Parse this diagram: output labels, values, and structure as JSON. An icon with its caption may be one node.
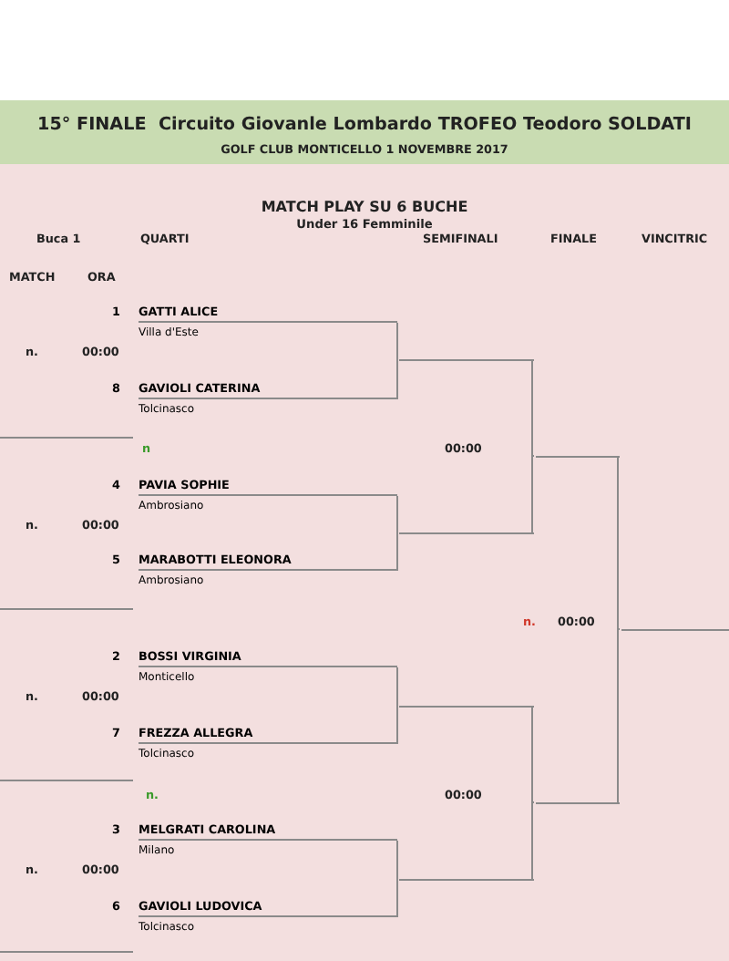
{
  "diagram": {
    "title": "15° FINALE  Circuito Giovanle Lombardo TROFEO Teodoro SOLDATI",
    "nodes": [
      {
        "text": [
          "GATTI ALICE",
          "Villa d'Este"
        ],
        "beside": [
          "1"
        ]
      },
      {
        "text": [
          "GAVIOLI CATERINA",
          "Tolcinasco"
        ],
        "beside": [
          "8"
        ]
      },
      {
        "text": [
          "PAVIA SOPHIE",
          "Ambrosiano"
        ],
        "beside": [
          "4"
        ]
      },
      {
        "text": [
          "MARABOTTI ELEONORA",
          "Ambrosiano"
        ],
        "beside": [
          "5"
        ]
      },
      {
        "text": [
          "BOSSI VIRGINIA",
          "Monticello"
        ],
        "beside": [
          "2"
        ]
      },
      {
        "text": [
          "FREZZA ALLEGRA",
          "Tolcinasco"
        ],
        "beside": [
          "7"
        ]
      },
      {
        "text": [
          "MELGRATI CAROLINA",
          "Milano"
        ],
        "beside": [
          "3"
        ]
      },
      {
        "text": [
          "GAVIOLI LUDOVICA",
          "Tolcinasco"
        ],
        "beside": [
          "6"
        ]
      },
      {
        "text": [],
        "shape": "bar"
      },
      {
        "text": [],
        "shape": "bar"
      },
      {
        "text": [],
        "shape": "bar"
      },
      {
        "text": [],
        "shape": "bar"
      },
      {
        "text": [],
        "shape": "bar"
      },
      {
        "text": [],
        "shape": "bar"
      },
      {
        "text": [],
        "shape": "bar"
      }
    ],
    "edges": [
      {
        "from": 0,
        "to": 8,
        "arrow": "none"
      },
      {
        "from": 1,
        "to": 8,
        "arrow": "none"
      },
      {
        "from": 2,
        "to": 9,
        "arrow": "none"
      },
      {
        "from": 3,
        "to": 9,
        "arrow": "none"
      },
      {
        "from": 4,
        "to": 10,
        "arrow": "none"
      },
      {
        "from": 5,
        "to": 10,
        "arrow": "none"
      },
      {
        "from": 6,
        "to": 11,
        "arrow": "none"
      },
      {
        "from": 7,
        "to": 11,
        "arrow": "none"
      },
      {
        "from": 8,
        "to": 12,
        "arrow": "none"
      },
      {
        "from": 9,
        "to": 12,
        "arrow": "none"
      },
      {
        "from": 10,
        "to": 13,
        "arrow": "none"
      },
      {
        "from": 11,
        "to": 13,
        "arrow": "none"
      },
      {
        "from": 12,
        "to": 14,
        "arrow": "none"
      },
      {
        "from": 13,
        "to": 14,
        "arrow": "none"
      }
    ],
    "labels": [
      "GOLF CLUB MONTICELLO 1 NOVEMBRE 2017",
      "MATCH PLAY SU 6 BUCHE",
      "Under 16 Femminile",
      "Buca 1",
      "QUARTI",
      "SEMIFINALI",
      "FINALE",
      "VINCITRIC",
      "MATCH",
      "ORA",
      "n.",
      "00:00",
      "n",
      "00:00",
      "n.",
      "00:00",
      "n.",
      "00:00",
      "n.",
      "00:00",
      "n.",
      "00:00",
      "n.",
      "00:00"
    ]
  }
}
